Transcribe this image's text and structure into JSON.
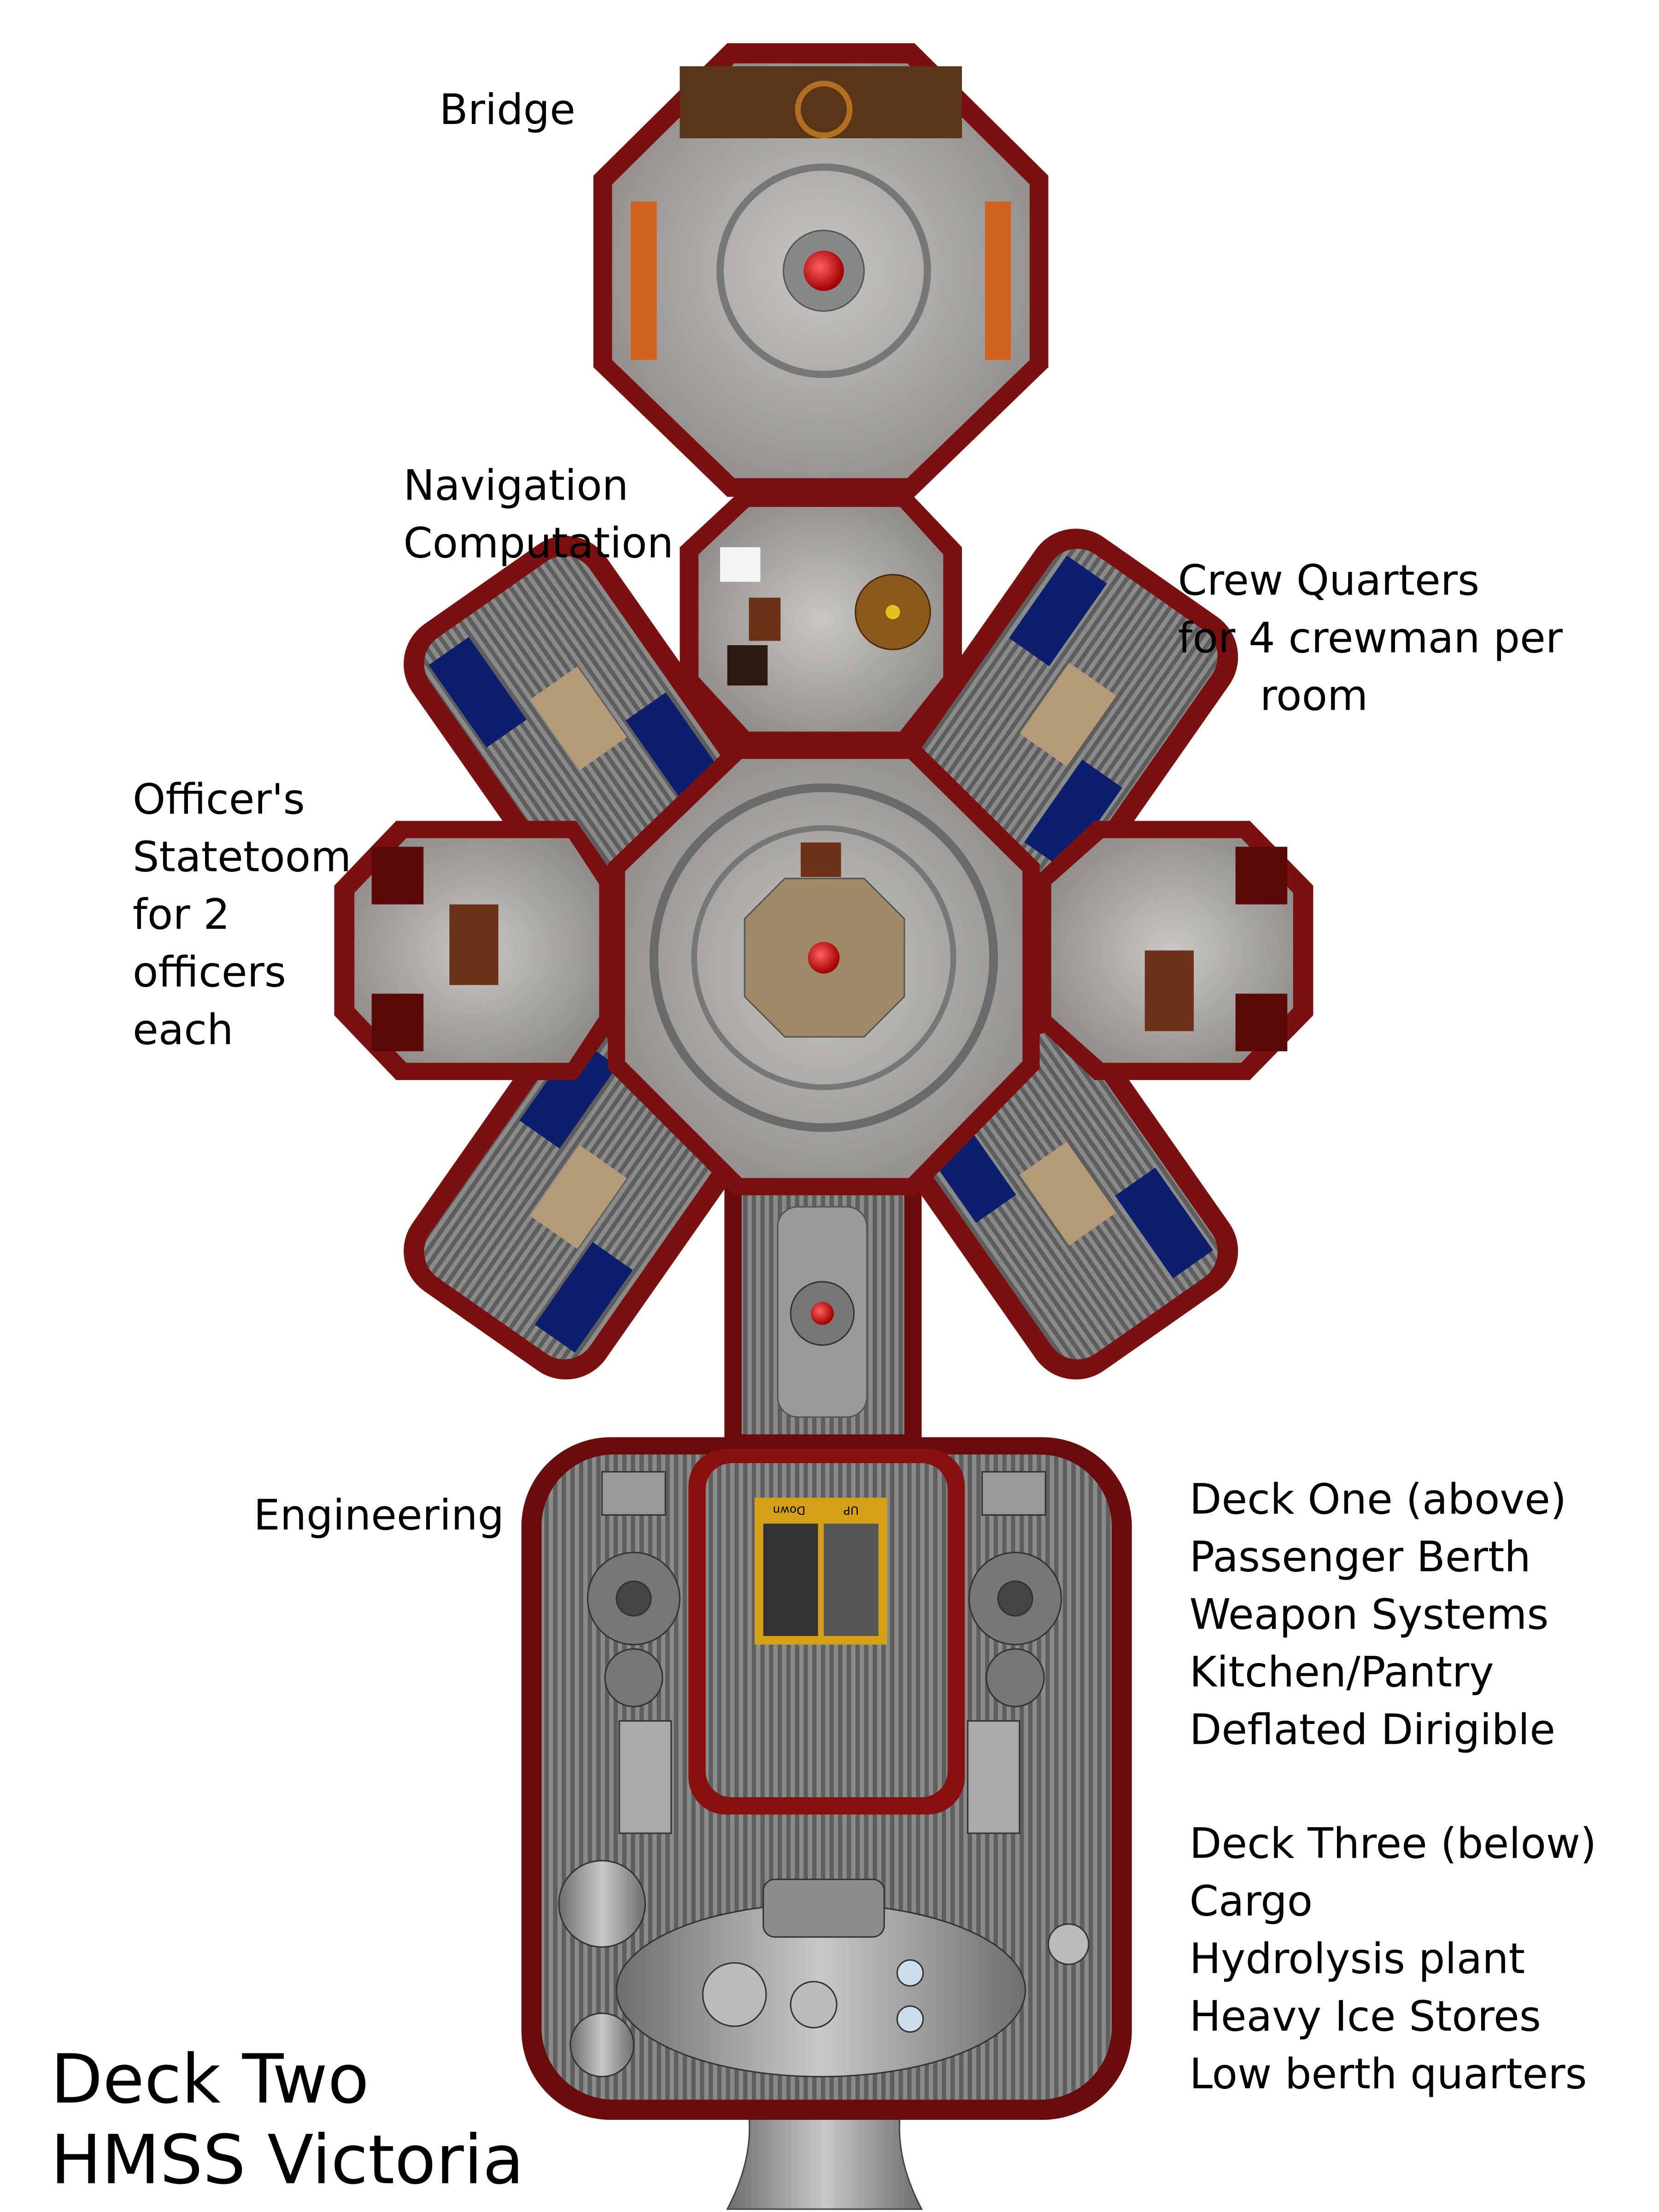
{
  "title": {
    "line1": "Deck Two",
    "line2": "HMSS Victoria"
  },
  "rooms": {
    "bridge": "Bridge",
    "navigation": [
      "Navigation",
      "Computation"
    ],
    "crew_quarters": [
      "Crew Quarters",
      "for 4 crewman per",
      "room"
    ],
    "officers": [
      "Officer's",
      "Statetoom",
      "for 2",
      "officers",
      "each"
    ],
    "engineering": "Engineering"
  },
  "stairs": {
    "down": "Down",
    "up": "UP"
  },
  "deck_one": {
    "heading": "Deck One (above)",
    "items": [
      "Passenger Berth",
      "Weapon Systems",
      "Kitchen/Pantry",
      "Deflated Dirigible"
    ]
  },
  "deck_three": {
    "heading": "Deck Three (below)",
    "items": [
      "Cargo",
      "Hydrolysis plant",
      "Heavy Ice Stores",
      "Low berth quarters"
    ]
  },
  "colors": {
    "hull": "#7a1010",
    "floor": "#a9a6a4",
    "bed": "#0b1f6e",
    "wood": "#6b3218",
    "beacon": "#e00000",
    "glass": "#3cc7c7"
  }
}
